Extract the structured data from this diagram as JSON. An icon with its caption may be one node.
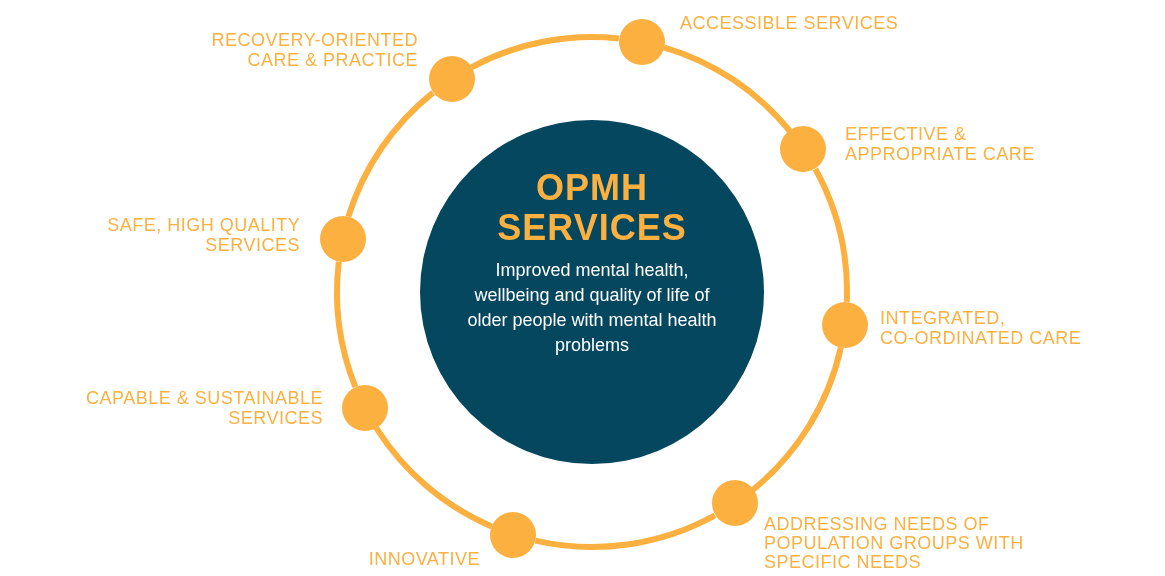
{
  "diagram": {
    "nodes": [
      {
        "text": [
          "OPMH SERVICES",
          "Improved mental health, wellbeing and quality of life of older people with mental health problems"
        ]
      },
      {
        "text": [],
        "shape": "circle",
        "beside": [
          "ACCESSIBLE SERVICES"
        ]
      },
      {
        "text": [],
        "shape": "circle",
        "beside": [
          "EFFECTIVE & APPROPRIATE CARE"
        ]
      },
      {
        "text": [],
        "shape": "circle",
        "beside": [
          "INTEGRATED, CO-ORDINATED CARE"
        ]
      },
      {
        "text": [],
        "shape": "circle",
        "beside": [
          "ADDRESSING NEEDS OF POPULATION GROUPS WITH SPECIFIC NEEDS"
        ]
      },
      {
        "text": [],
        "shape": "circle",
        "beside": [
          "INNOVATIVE"
        ]
      },
      {
        "text": [],
        "shape": "circle",
        "beside": [
          "CAPABLE & SUSTAINABLE SERVICES"
        ]
      },
      {
        "text": [],
        "shape": "circle",
        "beside": [
          "SAFE, HIGH QUALITY SERVICES"
        ]
      },
      {
        "text": [],
        "shape": "circle",
        "beside": [
          "RECOVERY-ORIENTED CARE & PRACTICE"
        ]
      }
    ],
    "edges": [
      {
        "from": 1,
        "to": 2,
        "arrow": "none"
      },
      {
        "from": 2,
        "to": 3,
        "arrow": "none"
      },
      {
        "from": 3,
        "to": 4,
        "arrow": "none"
      },
      {
        "from": 4,
        "to": 5,
        "arrow": "none"
      },
      {
        "from": 5,
        "to": 6,
        "arrow": "none"
      },
      {
        "from": 6,
        "to": 7,
        "arrow": "none"
      },
      {
        "from": 7,
        "to": 8,
        "arrow": "none"
      },
      {
        "from": 8,
        "to": 1,
        "arrow": "none"
      }
    ]
  }
}
